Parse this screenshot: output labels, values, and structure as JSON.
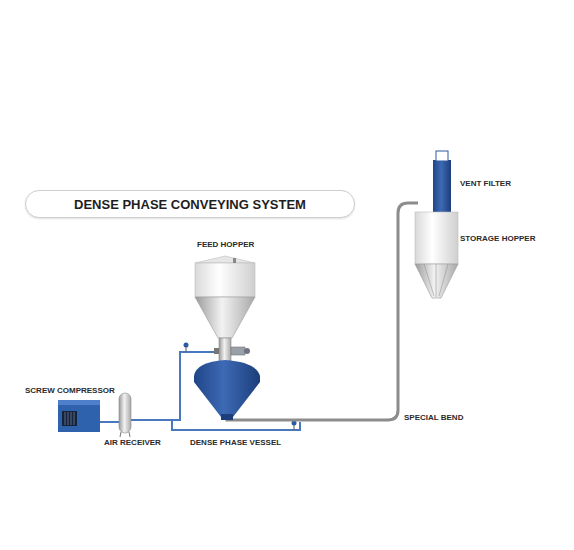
{
  "diagram": {
    "title": "DENSE PHASE CONVEYING SYSTEM",
    "labels": [
      "VENT FILTER",
      "STORAGE HOPPER",
      "FEED HOPPER",
      "SCREW COMPRESSOR",
      "AIR RECEIVER",
      "DENSE PHASE VESSEL",
      "SPECIAL BEND"
    ]
  }
}
